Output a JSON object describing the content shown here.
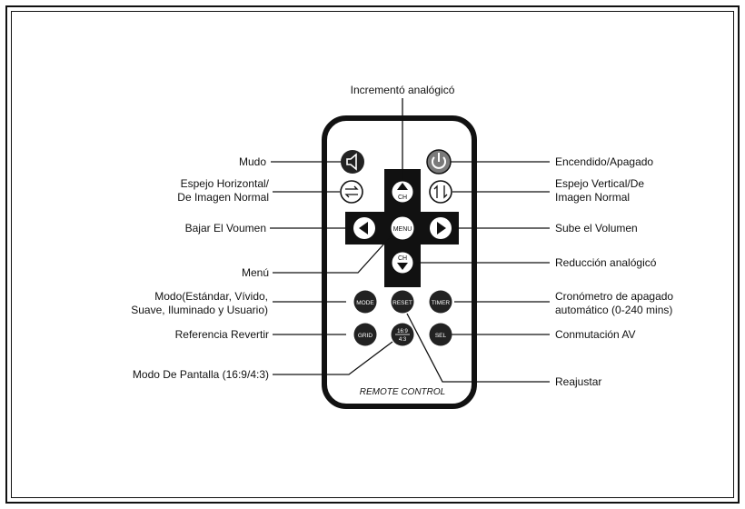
{
  "colors": {
    "ink": "#111111",
    "button_fill": "#222222",
    "power_fill": "#7a7a7a",
    "paper": "#ffffff"
  },
  "remote": {
    "caption": "REMOTE CONTROL",
    "buttons": {
      "mute": {
        "icon": "speaker-icon"
      },
      "power": {
        "icon": "power-icon"
      },
      "ch_up": {
        "label": "CH",
        "icon": "arrow-up-icon"
      },
      "ch_down": {
        "label": "CH",
        "icon": "arrow-down-icon"
      },
      "left": {
        "icon": "arrow-left-icon"
      },
      "right": {
        "icon": "arrow-right-icon"
      },
      "menu": {
        "label": "MENU"
      },
      "flip_h": {
        "icon": "horizontal-flip-icon"
      },
      "flip_v": {
        "icon": "vertical-flip-icon"
      },
      "mode": {
        "label": "MODE"
      },
      "reset": {
        "label": "RESET"
      },
      "timer": {
        "label": "TIMER"
      },
      "grid": {
        "label": "GRID"
      },
      "aspect": {
        "label_top": "16:9",
        "label_bottom": "4:3"
      },
      "sel": {
        "label": "SEL"
      }
    }
  },
  "callouts": {
    "top": "Incrementó analógicó",
    "left": [
      {
        "id": "mute",
        "lines": [
          "Mudo"
        ]
      },
      {
        "id": "flip_h",
        "lines": [
          "Espejo Horizontal/",
          "De Imagen Normal"
        ]
      },
      {
        "id": "vol_down",
        "lines": [
          "Bajar El Voumen"
        ]
      },
      {
        "id": "menu",
        "lines": [
          "Menú"
        ]
      },
      {
        "id": "mode",
        "lines": [
          "Modo(Estándar, Vívido,",
          "Suave, Iluminado y Usuario)"
        ]
      },
      {
        "id": "grid",
        "lines": [
          "Referencia Revertir"
        ]
      },
      {
        "id": "aspect",
        "lines": [
          "Modo De Pantalla (16:9/4:3)"
        ]
      }
    ],
    "right": [
      {
        "id": "power",
        "lines": [
          "Encendido/Apagado"
        ]
      },
      {
        "id": "flip_v",
        "lines": [
          "Espejo Vertical/De",
          "Imagen Normal"
        ]
      },
      {
        "id": "vol_up",
        "lines": [
          "Sube el Volumen"
        ]
      },
      {
        "id": "ch_down",
        "lines": [
          "Reducción analógicó"
        ]
      },
      {
        "id": "timer",
        "lines": [
          "Cronómetro de apagado",
          "automático (0-240 mins)"
        ]
      },
      {
        "id": "sel",
        "lines": [
          "Conmutación AV"
        ]
      },
      {
        "id": "reset",
        "lines": [
          "Reajustar"
        ]
      }
    ]
  }
}
